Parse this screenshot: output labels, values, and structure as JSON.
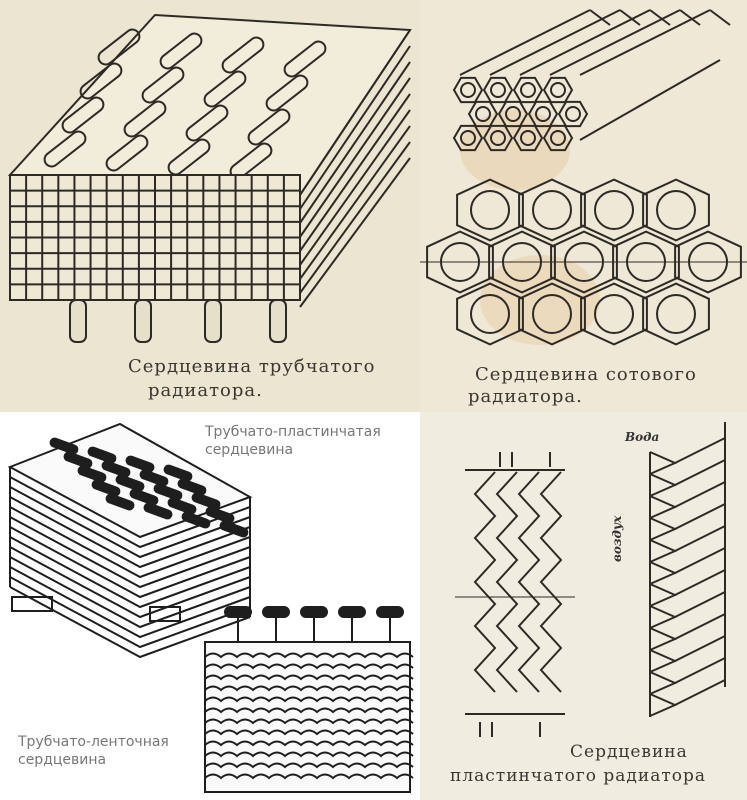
{
  "panels": {
    "tube": {
      "caption_line1": "Сердцевина трубчатого",
      "caption_line2": "радиатора."
    },
    "honeycomb": {
      "caption_line1": "Сердцевина сотового",
      "caption_line2": "радиатора."
    },
    "tube_plate": {
      "caption_line1": "Трубчато-пластинчатая",
      "caption_line2": "сердцевина"
    },
    "tube_ribbon": {
      "caption_line1": "Трубчато-ленточная",
      "caption_line2": "сердцевина"
    },
    "plate": {
      "caption_line1": "Сердцевина",
      "caption_line2": "пластинчатого радиатора",
      "water_label": "Вода",
      "air_label": "воздух"
    }
  },
  "colors": {
    "ink": "#2d2a26",
    "paper": "#ebe5d1",
    "stain": "#e8c9a0"
  }
}
